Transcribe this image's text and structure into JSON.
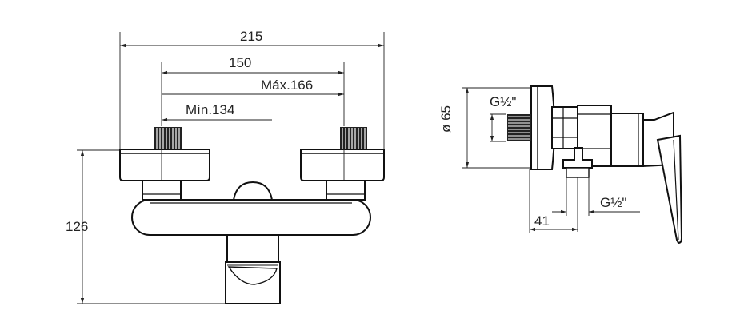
{
  "front_view": {
    "dim_overall_width": "215",
    "dim_center_distance": "150",
    "dim_max": "Máx.166",
    "dim_min": "Mín.134",
    "dim_height": "126"
  },
  "side_view": {
    "dim_diameter": "ø 65",
    "dim_thread_top": "G½\"",
    "dim_thread_bottom": "G½\"",
    "dim_depth": "41"
  }
}
